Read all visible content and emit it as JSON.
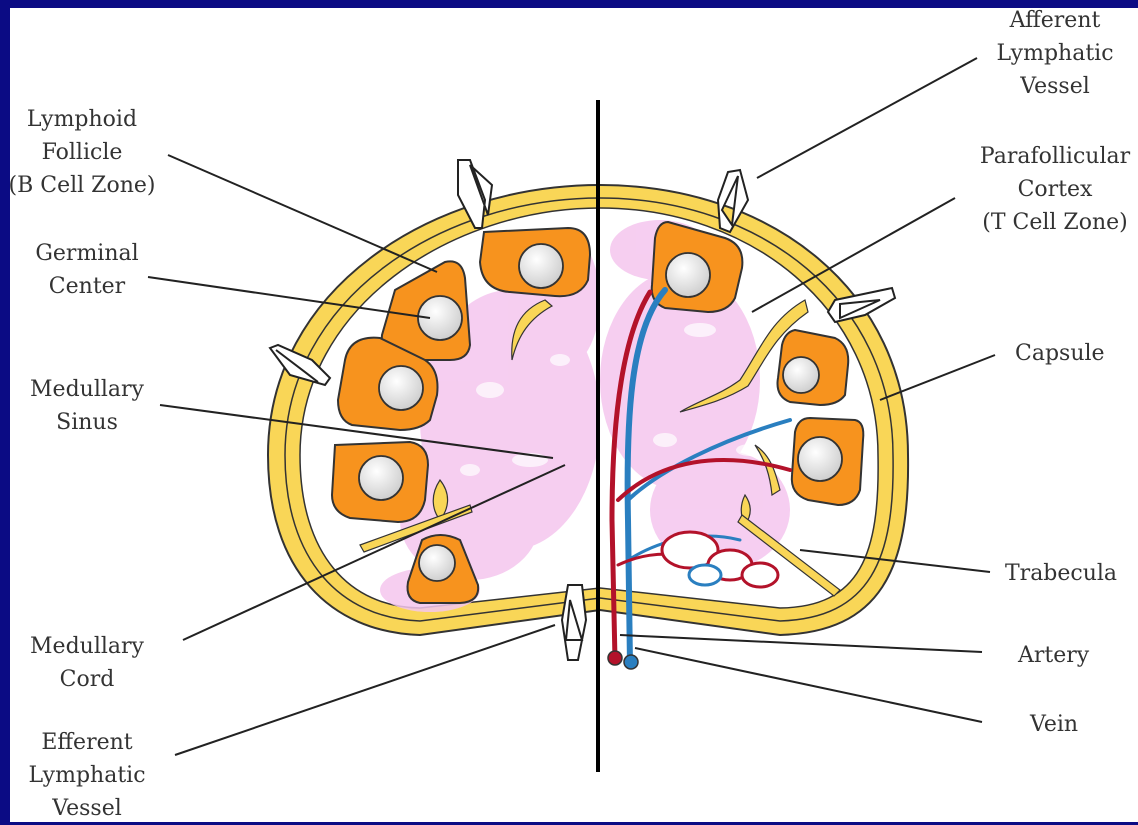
{
  "diagram": {
    "labels": {
      "lymphoid_follicle": [
        "Lymphoid",
        "Follicle",
        "(B Cell Zone)"
      ],
      "germinal_center": [
        "Germinal",
        "Center"
      ],
      "medullary_sinus": [
        "Medullary",
        "Sinus"
      ],
      "medullary_cord": [
        "Medullary",
        "Cord"
      ],
      "efferent_lymphatic_vessel": [
        "Efferent",
        "Lymphatic",
        "Vessel"
      ],
      "afferent_lymphatic_vessel": [
        "Afferent",
        "Lymphatic",
        "Vessel"
      ],
      "parafollicular_cortex": [
        "Parafollicular",
        "Cortex",
        "(T Cell Zone)"
      ],
      "capsule": [
        "Capsule"
      ],
      "trabecula": [
        "Trabecula"
      ],
      "artery": [
        "Artery"
      ],
      "vein": [
        "Vein"
      ]
    },
    "colors": {
      "background": "#0b0b84",
      "capsule": "#f9d657",
      "follicle": "#f7931e",
      "germinal_center": "#e8e8e8",
      "medulla_tint": "#f5c6ee",
      "artery": "#b3122a",
      "vein": "#2a7fc0",
      "leader_line": "#222222"
    }
  }
}
